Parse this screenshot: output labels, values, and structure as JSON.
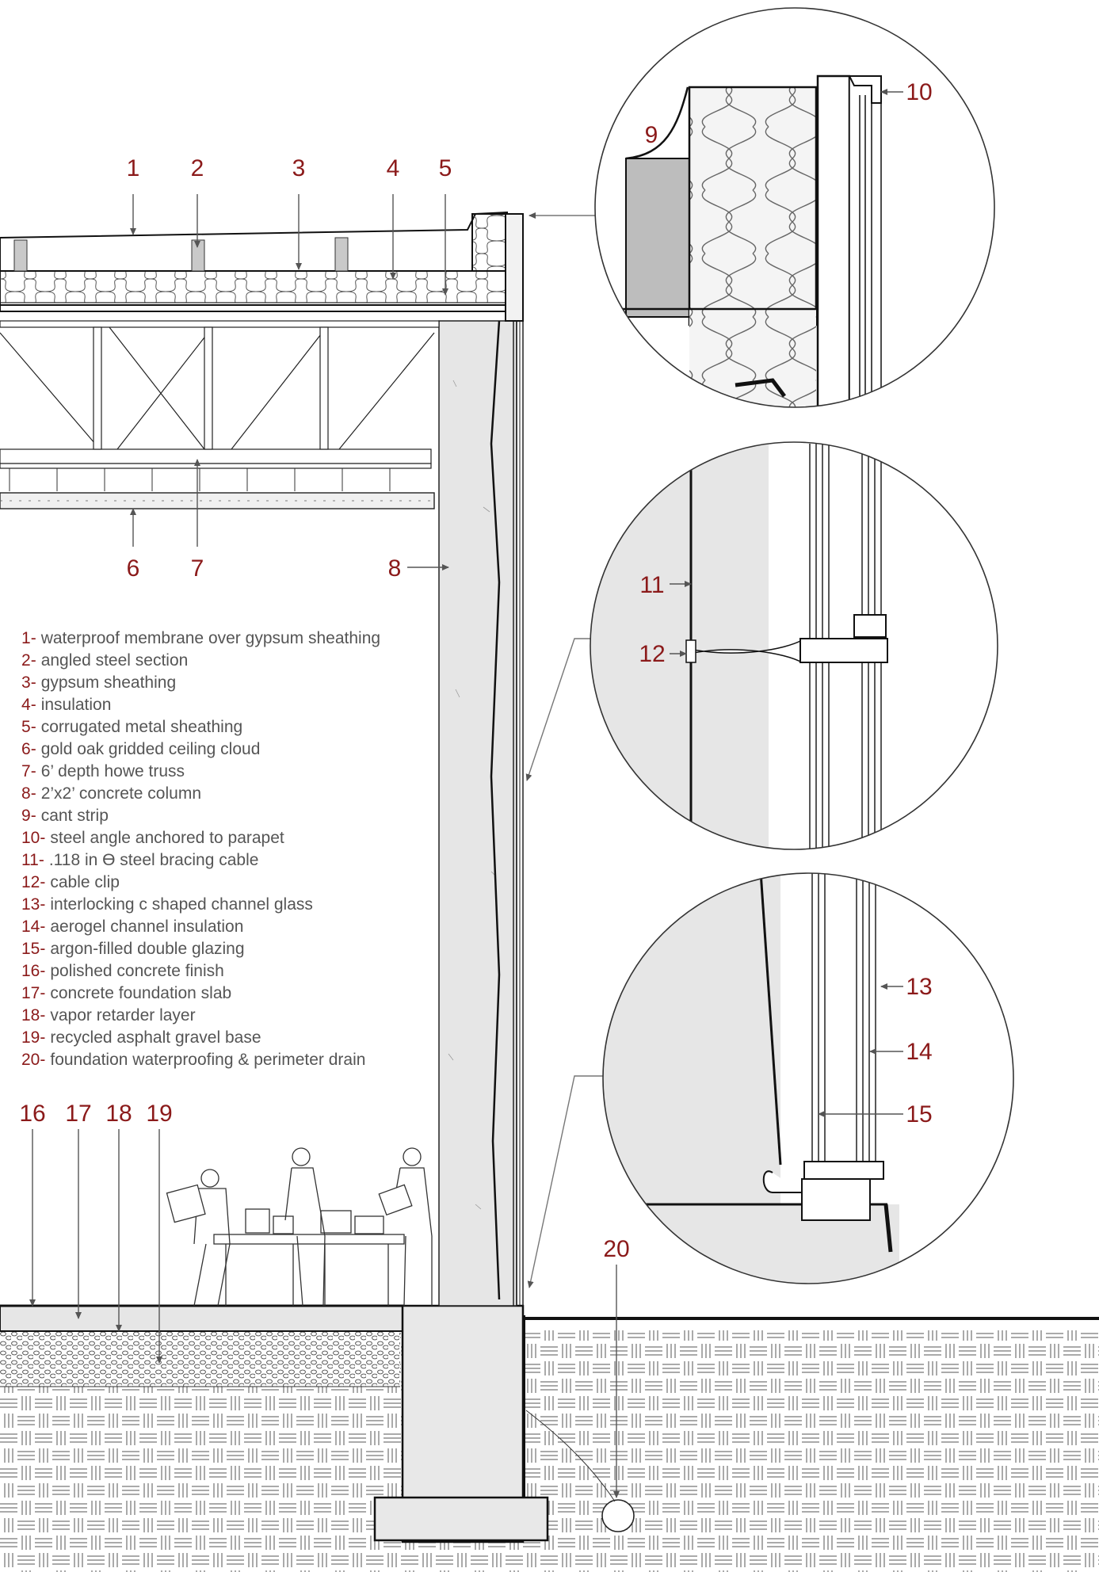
{
  "colors": {
    "accent": "#8b1a1a",
    "line": "#333333",
    "text": "#555555",
    "fill": "#e6e6e6"
  },
  "callouts": {
    "n1": "1",
    "n2": "2",
    "n3": "3",
    "n4": "4",
    "n5": "5",
    "n6": "6",
    "n7": "7",
    "n8": "8",
    "n9": "9",
    "n10": "10",
    "n11": "11",
    "n12": "12",
    "n13": "13",
    "n14": "14",
    "n15": "15",
    "n16": "16",
    "n17": "17",
    "n18": "18",
    "n19": "19",
    "n20": "20"
  },
  "legend": [
    {
      "num": "1",
      "text": "waterproof membrane over gypsum sheathing"
    },
    {
      "num": "2",
      "text": "angled steel section"
    },
    {
      "num": "3",
      "text": "gypsum sheathing"
    },
    {
      "num": "4",
      "text": "insulation"
    },
    {
      "num": "5",
      "text": "corrugated metal sheathing"
    },
    {
      "num": "6",
      "text": "gold oak gridded ceiling cloud"
    },
    {
      "num": "7",
      "text": "6’ depth howe truss"
    },
    {
      "num": "8",
      "text": "2’x2’ concrete column"
    },
    {
      "num": "9",
      "text": "cant strip"
    },
    {
      "num": "10",
      "text": "steel angle anchored to parapet"
    },
    {
      "num": "11",
      "text": ".118 in ϴ steel bracing cable"
    },
    {
      "num": "12",
      "text": "cable clip"
    },
    {
      "num": "13",
      "text": "interlocking c shaped channel glass"
    },
    {
      "num": "14",
      "text": "aerogel channel insulation"
    },
    {
      "num": "15",
      "text": "argon-filled double glazing"
    },
    {
      "num": "16",
      "text": "polished concrete finish"
    },
    {
      "num": "17",
      "text": "concrete foundation slab"
    },
    {
      "num": "18",
      "text": "vapor retarder layer"
    },
    {
      "num": "19",
      "text": "recycled asphalt gravel base"
    },
    {
      "num": "20",
      "text": "foundation waterproofing & perimeter drain"
    }
  ]
}
